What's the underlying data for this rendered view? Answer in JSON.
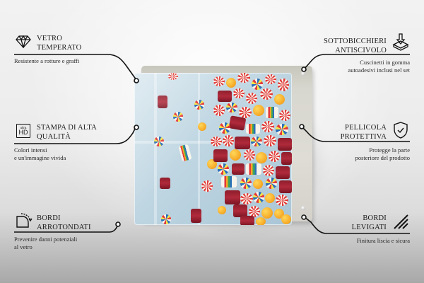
{
  "features": {
    "left": [
      {
        "icon": "diamond-icon",
        "title_line1": "VETRO",
        "title_line2": "TEMPERATO",
        "desc_line1": "Resistente a rotture e graffi",
        "desc_line2": ""
      },
      {
        "icon": "ultra-hd-icon",
        "icon_text_small": "ultra",
        "icon_text_big": "HD",
        "title_line1": "STAMPA DI ALTA",
        "title_line2": "QUALITÀ",
        "desc_line1": "Colori intensi",
        "desc_line2": "e un'immagine vivida"
      },
      {
        "icon": "rounded-corner-icon",
        "title_line1": "BORDI",
        "title_line2": "ARROTONDATI",
        "desc_line1": "Prevenire danni potenziali",
        "desc_line2": "al vetro"
      }
    ],
    "right": [
      {
        "icon": "coaster-download-icon",
        "title_line1": "SOTTOBICCHIERI",
        "title_line2": "ANTISCIVOLO",
        "desc_line1": "Cuscinetti in gomma",
        "desc_line2": "autoadesivi inclusi nel set"
      },
      {
        "icon": "shield-check-icon",
        "title_line1": "PELLICOLA",
        "title_line2": "PROTETTIVA",
        "desc_line1": "Protegge la parte",
        "desc_line2": "posteriore del prodotto"
      },
      {
        "icon": "smooth-edges-icon",
        "title_line1": "BORDI",
        "title_line2": "LEVIGATI",
        "desc_line1": "Finitura liscia e sicura",
        "desc_line2": ""
      }
    ]
  },
  "product": {
    "subject": "candy-glass-coaster",
    "colors": {
      "glass_bg": "#bfd6e2",
      "back_plate": "#d8d7cf",
      "candy_red": "#e23a3a",
      "candy_yellow": "#f5a623",
      "candy_blue": "#2a6fb9",
      "candy_dark_red": "#8e1d2b"
    }
  },
  "colors": {
    "text": "#1a1a1a",
    "line": "#111111",
    "background_top": "#f2f2f2",
    "background_bottom": "#a8a8a8"
  }
}
